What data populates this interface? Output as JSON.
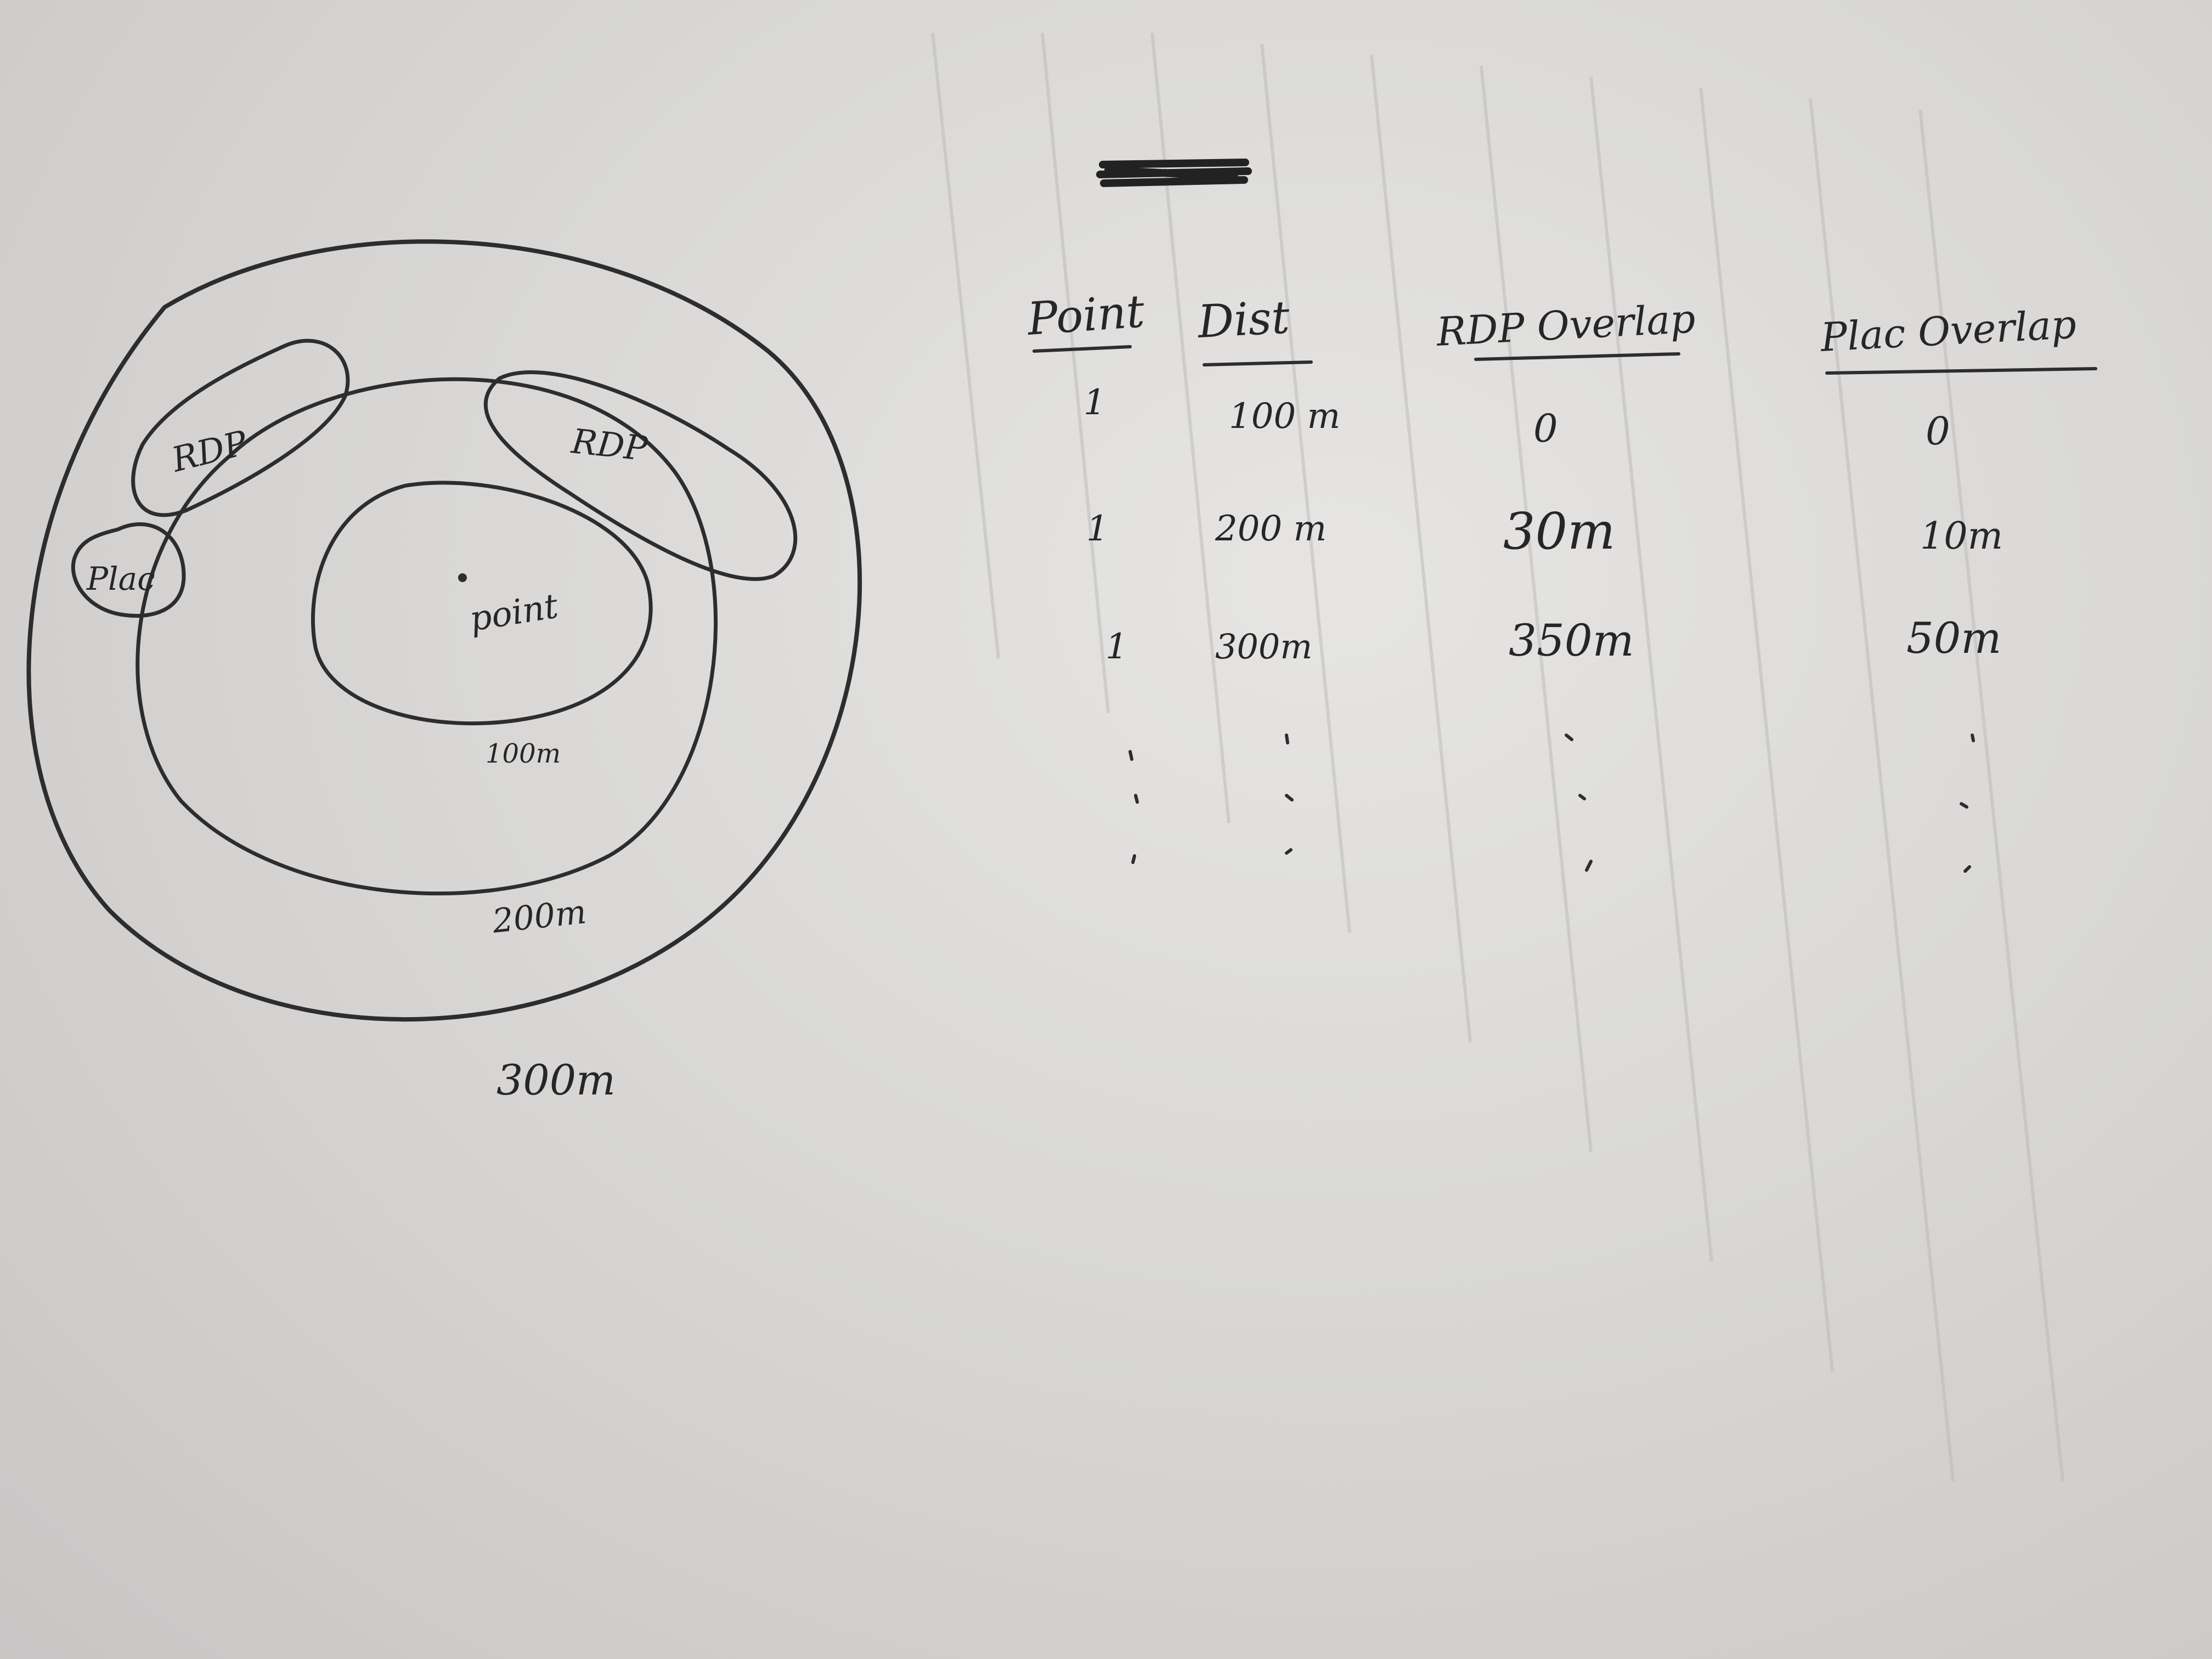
{
  "diagram": {
    "center_label": "point",
    "ring_labels": [
      "100m",
      "200m",
      "300m"
    ],
    "zone_labels": [
      "RDP",
      "RDP",
      "Plac"
    ]
  },
  "table": {
    "columns": [
      "Point",
      "Dist",
      "RDP Overlap",
      "Plac Overlap"
    ],
    "rows": [
      [
        "1",
        "100 m",
        "0",
        "0"
      ],
      [
        "1",
        "200 m",
        "30m",
        "10m"
      ],
      [
        "1",
        "300m",
        "350m",
        "50m"
      ]
    ]
  },
  "colors": {
    "paper": "#dedddb",
    "ink": "#2d2d2f"
  }
}
